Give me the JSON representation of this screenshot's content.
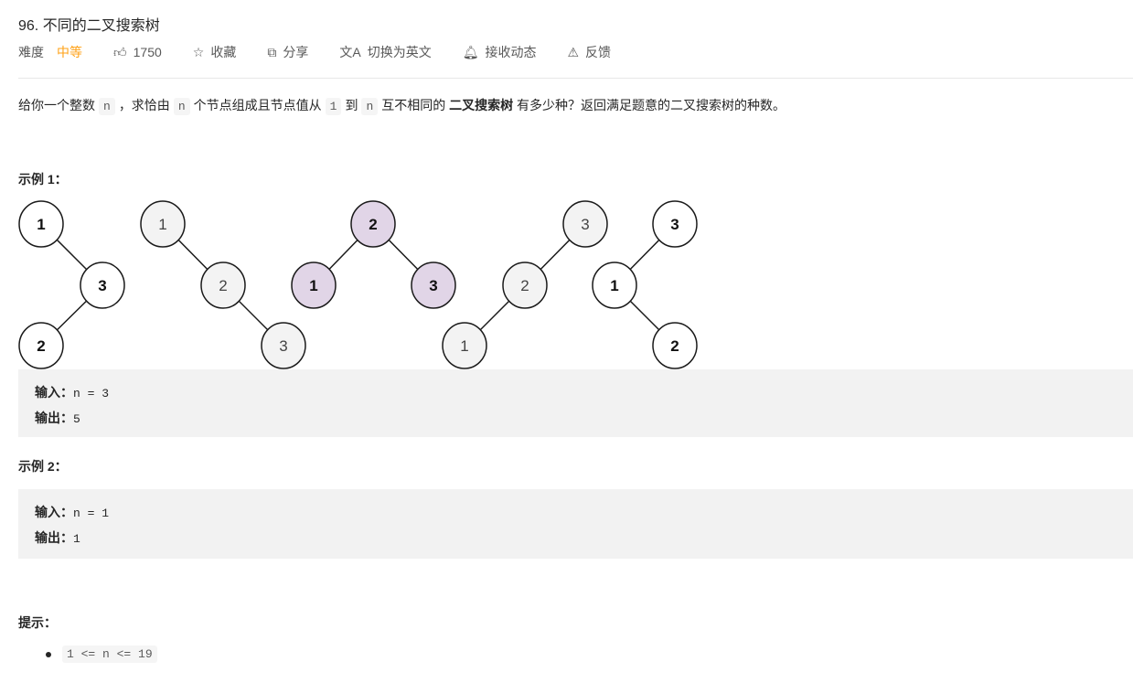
{
  "title": "96. 不同的二叉搜索树",
  "meta": {
    "difficulty_label": "难度",
    "difficulty": "中等",
    "likes": "1750",
    "favorite": "收藏",
    "share": "分享",
    "switch_lang": "切换为英文",
    "subscribe": "接收动态",
    "feedback": "反馈"
  },
  "description": {
    "p1": "给你一个整数",
    "n": "n",
    "p2": "，求恰由",
    "p3": "个节点组成且节点值从",
    "one": "1",
    "p4": "到",
    "p5": "互不相同的",
    "bold": "二叉搜索树",
    "p6": "有多少种？返回满足题意的二叉搜索树的种数。"
  },
  "example1": {
    "heading": "示例 1：",
    "input_label": "输入：",
    "input": "n = 3",
    "output_label": "输出：",
    "output": "5"
  },
  "trees": [
    {
      "fill": "#ffffff",
      "nodes": [
        "1",
        "3",
        "2"
      ]
    },
    {
      "fill": "#f3f3f3",
      "nodes": [
        "1",
        "2",
        "3"
      ]
    },
    {
      "fill": "#e1d5e7",
      "nodes": [
        "2",
        "1",
        "3"
      ]
    },
    {
      "fill": "#f3f3f3",
      "nodes": [
        "3",
        "2",
        "1"
      ]
    },
    {
      "fill": "#ffffff",
      "nodes": [
        "3",
        "1",
        "2"
      ]
    }
  ],
  "example2": {
    "heading": "示例 2：",
    "input_label": "输入：",
    "input": "n = 1",
    "output_label": "输出：",
    "output": "1"
  },
  "constraints": {
    "heading": "提示：",
    "items": [
      "1 <= n <= 19"
    ]
  }
}
